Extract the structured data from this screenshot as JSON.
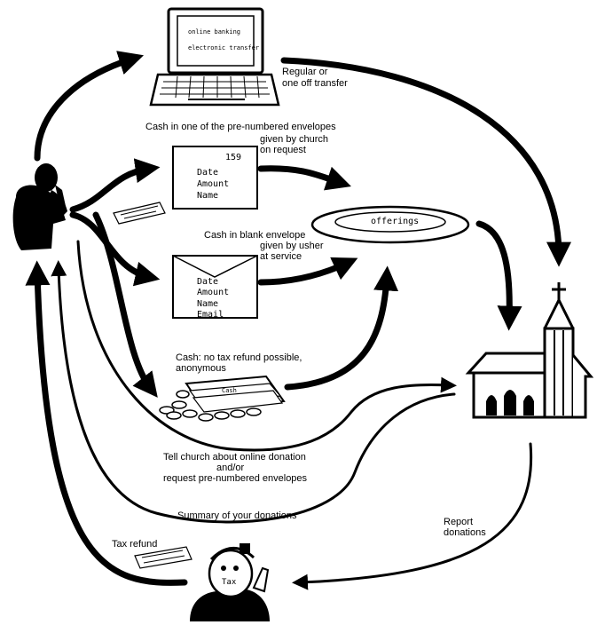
{
  "laptop": {
    "line1": "online banking",
    "line2": "electronic transfer"
  },
  "labels": {
    "transfer_line1": "Regular or",
    "transfer_line2": "one off transfer",
    "prenumbered_line1": "Cash in one of the pre-numbered envelopes",
    "prenumbered_line2": "given by church",
    "prenumbered_line3": "on request",
    "blank_line1": "Cash in blank envelope",
    "blank_line2": "given by usher",
    "blank_line3": "at service",
    "cash_line1": "Cash: no tax refund possible,",
    "cash_line2": "anonymous",
    "tell_line1": "Tell church about online donation",
    "tell_line2": "and/or",
    "tell_line3": "request pre-numbered envelopes",
    "summary": "Summary of your donations",
    "report_line1": "Report",
    "report_line2": "donations",
    "tax_refund": "Tax refund"
  },
  "envelope1": {
    "number": "159",
    "date": "Date",
    "amount": "Amount",
    "name": "Name"
  },
  "envelope2": {
    "date": "Date",
    "amount": "Amount",
    "name": "Name",
    "email": "Email"
  },
  "plate_label": "offerings",
  "cash_label": "Cash",
  "tax_label": "Tax",
  "icons": [
    "praying-person-icon",
    "laptop-icon",
    "envelope-icon",
    "offering-plate-icon",
    "church-icon",
    "cash-pile-icon",
    "tax-man-icon",
    "cheque-icon"
  ]
}
